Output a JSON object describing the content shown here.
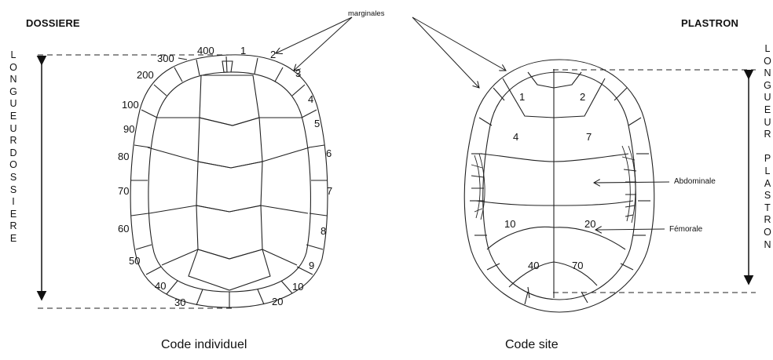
{
  "headers": {
    "left": "DOSSIERE",
    "right": "PLASTRON"
  },
  "captions": {
    "left": "Code individuel",
    "right": "Code site"
  },
  "callout_marginales": "marginales",
  "vertical_left": [
    "L",
    "O",
    "N",
    "G",
    "U",
    "E",
    "U",
    "R",
    "D",
    "O",
    "S",
    "S",
    "I",
    "E",
    "R",
    "E"
  ],
  "vertical_right": [
    "L",
    "O",
    "N",
    "G",
    "U",
    "E",
    "U",
    "R",
    "",
    "P",
    "L",
    "A",
    "S",
    "T",
    "R",
    "O",
    "N"
  ],
  "dossiere_codes": {
    "c400": "400",
    "c1": "1",
    "c2": "2",
    "c3": "3",
    "c4": "4",
    "c5": "5",
    "c6": "6",
    "c7": "7",
    "c8": "8",
    "c9": "9",
    "c10": "10",
    "c20": "20",
    "c30": "30",
    "c40": "40",
    "c50": "50",
    "c60": "60",
    "c70": "70",
    "c80": "80",
    "c90": "90",
    "c100": "100",
    "c200": "200",
    "c300": "300"
  },
  "plastron_codes": {
    "p1": "1",
    "p2": "2",
    "p4": "4",
    "p7": "7",
    "p10": "10",
    "p20": "20",
    "p40": "40",
    "p70": "70"
  },
  "plastron_labels": {
    "abdominale": "Abdominale",
    "femorale": "Fémorale"
  }
}
